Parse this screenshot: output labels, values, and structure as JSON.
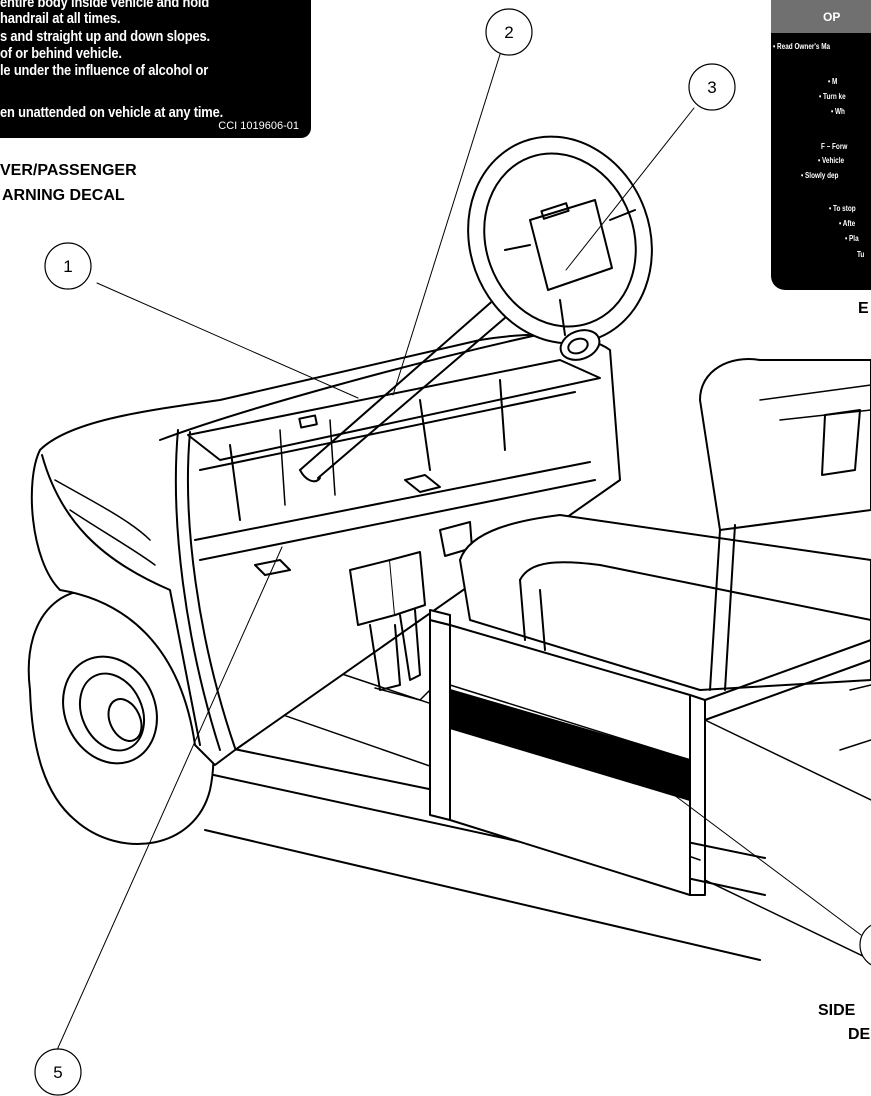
{
  "warning_decal": {
    "lines": [
      "entire body inside vehicle and hold",
      "handrail at all times.",
      "s and straight up and down slopes.",
      "of or behind vehicle.",
      "le under the influence of alcohol or",
      "",
      "en unattended on vehicle at any time."
    ],
    "code": "CCI 1019606-01"
  },
  "operating_decal": {
    "header": "OP",
    "lines": [
      "• Read Owner's Ma",
      "• M",
      "• Turn ke",
      "• Wh",
      "F – Forw",
      "• Vehicle",
      "• Slowly dep",
      "• To stop",
      "• Afte",
      "• Pla",
      "Tu"
    ]
  },
  "captions": {
    "warning_1": "VER/PASSENGER",
    "warning_2": "ARNING DECAL",
    "operating_partial": "E",
    "side_1": "SIDE",
    "side_2": "DE"
  },
  "callouts": [
    "1",
    "2",
    "3",
    "5"
  ]
}
